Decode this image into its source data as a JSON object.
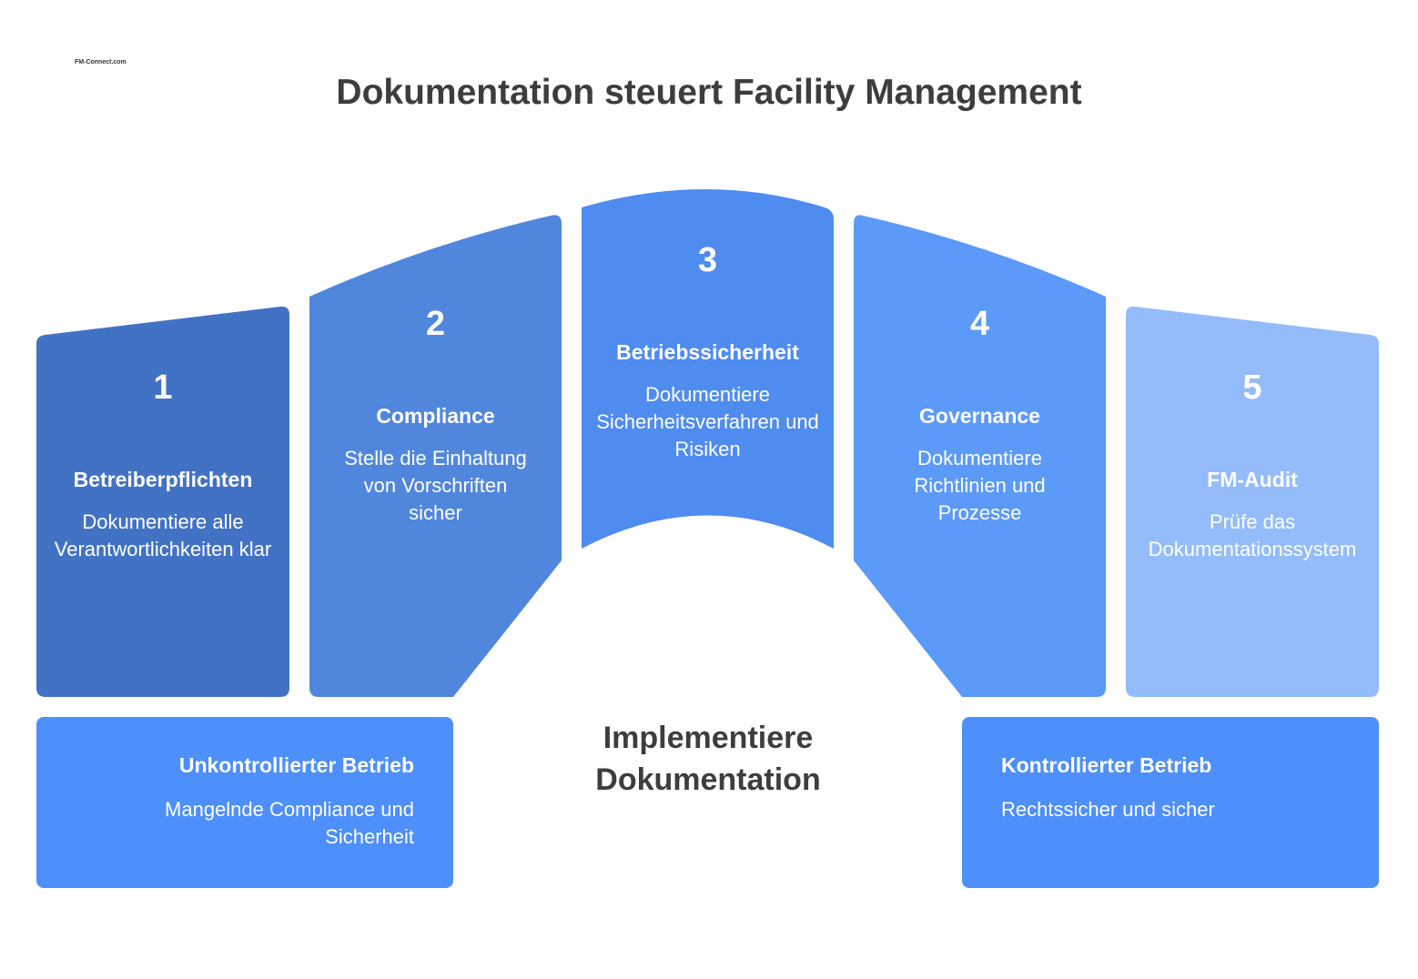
{
  "header": {
    "logo_text": "FM-Connect.com",
    "title": "Dokumentation steuert Facility Management"
  },
  "stages": [
    {
      "number": "1",
      "title": "Betreiberpflichten",
      "description": "Dokumentiere alle Verantwortlichkeiten klar",
      "color": "#4272c4"
    },
    {
      "number": "2",
      "title": "Compliance",
      "description": "Stelle die Einhaltung von Vorschriften sicher",
      "color": "#5087dd"
    },
    {
      "number": "3",
      "title": "Betriebssicherheit",
      "description": "Dokumentiere Sicherheitsverfahren und Risiken",
      "color": "#4f8cf0"
    },
    {
      "number": "4",
      "title": "Governance",
      "description": "Dokumentiere Richtlinien und Prozesse",
      "color": "#5b9af8"
    },
    {
      "number": "5",
      "title": "FM-Audit",
      "description": "Prüfe das Dokumentationssystem",
      "color": "#94bcfb"
    }
  ],
  "center_label": "Implementiere Dokumentation",
  "outcomes": {
    "left": {
      "title": "Unkontrollierter Betrieb",
      "description": "Mangelnde Compliance und Sicherheit",
      "color": "#4d8ffb"
    },
    "right": {
      "title": "Kontrollierter Betrieb",
      "description": "Rechtssicher und sicher",
      "color": "#4d8ffb"
    }
  }
}
